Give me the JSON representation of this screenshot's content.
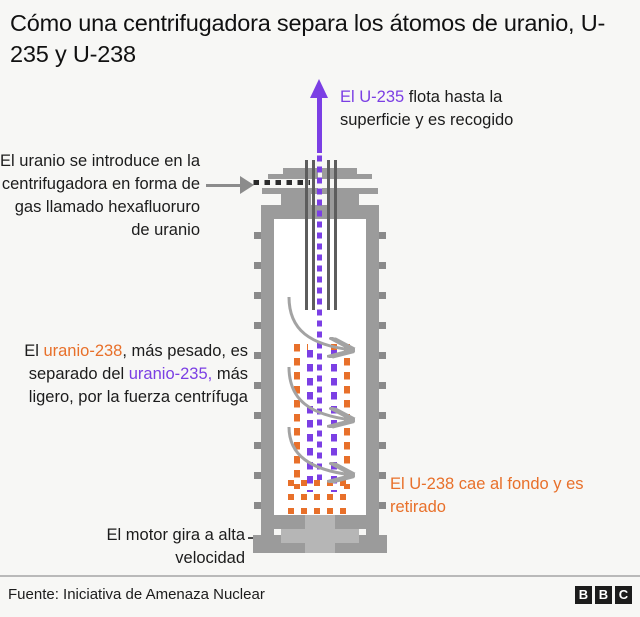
{
  "title": "Cómo una centrifugadora separa los átomos de uranio, U-235 y U-238",
  "colors": {
    "purple": "#7b3fe4",
    "orange": "#e8702a",
    "gray": "#9b9b9b",
    "background": "#f7f7f5",
    "text": "#1c1c1c"
  },
  "annotations": {
    "top_right": {
      "highlight": "El U-235",
      "rest": " flota hasta la superficie y es recogido",
      "highlight_color": "purple"
    },
    "inlet": {
      "text": "El uranio se introduce en la centrifugadora en forma de gas llamado hexafluoruro de uranio"
    },
    "separation": {
      "part1": "El ",
      "highlight1": "uranio-238",
      "part2": ", más pesado, es separado del ",
      "highlight2": "uranio-235,",
      "part3": " más ligero, por la fuerza centrífuga"
    },
    "bottom_right": {
      "text": "El U-238 cae al fondo y es retirado",
      "color": "orange"
    },
    "motor": {
      "text": "El motor gira a alta velocidad"
    }
  },
  "diagram": {
    "up_arrow_label": "u235-rises-arrow",
    "inlet_arrow_label": "uranium-feed-arrow",
    "heavy_particles_color": "#e8702a",
    "light_particles_color": "#7b3fe4"
  },
  "footer": {
    "source": "Fuente: Iniciativa de Amenaza Nuclear",
    "logo": [
      "B",
      "B",
      "C"
    ]
  }
}
